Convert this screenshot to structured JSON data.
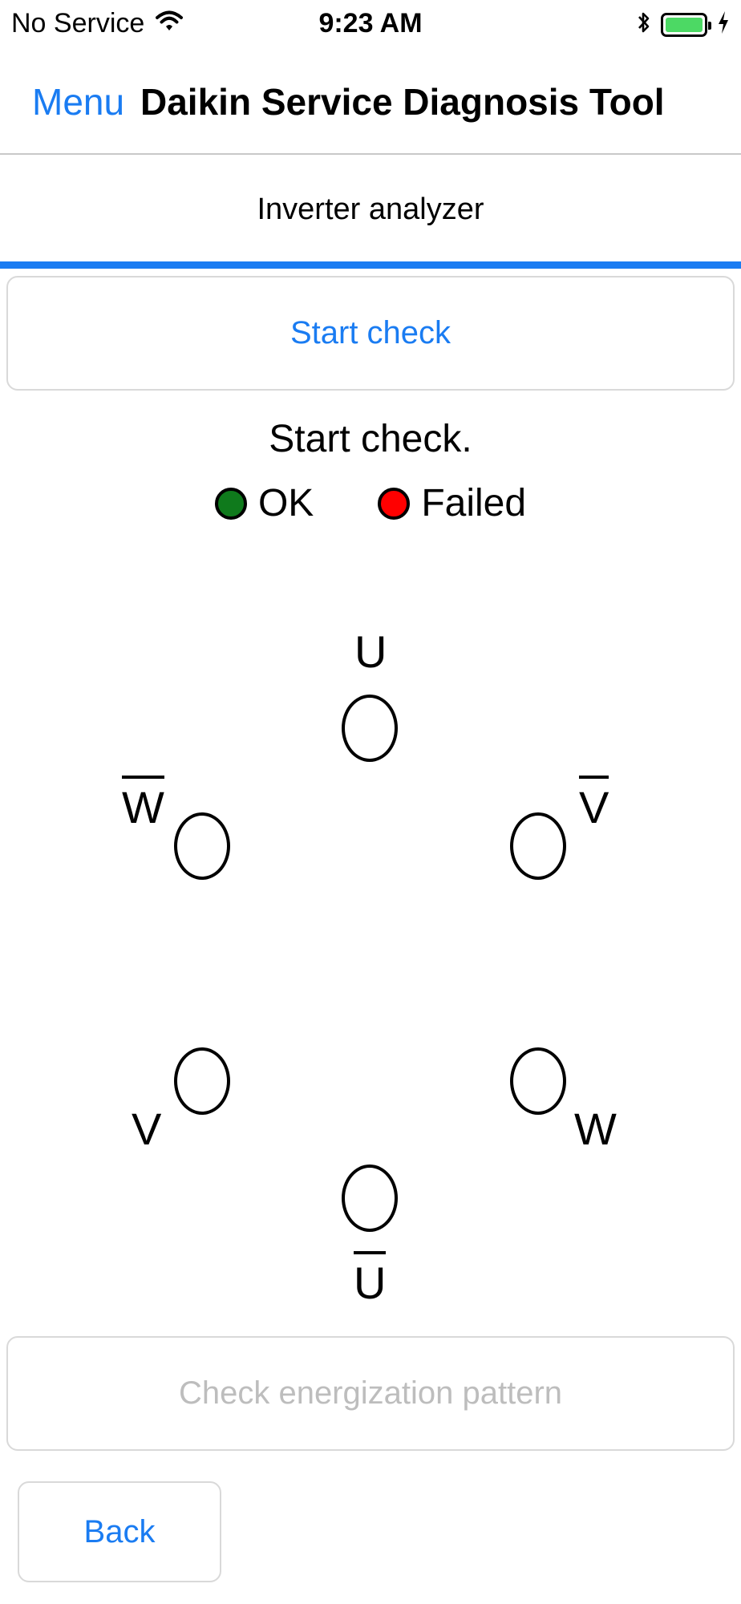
{
  "status_bar": {
    "carrier": "No Service",
    "time": "9:23 AM"
  },
  "nav": {
    "menu_label": "Menu",
    "title": "Daikin Service Diagnosis Tool"
  },
  "tab": {
    "label": "Inverter analyzer"
  },
  "start_button": {
    "label": "Start check"
  },
  "status_message": "Start check.",
  "legend": {
    "ok_label": "OK",
    "ok_color": "#0f7a1c",
    "failed_label": "Failed",
    "failed_color": "#ff0000"
  },
  "terminals": {
    "u": "U",
    "w_bar": "W",
    "v_bar": "V",
    "v": "V",
    "w": "W",
    "u_bar": "U"
  },
  "energize_button": {
    "label": "Check energization pattern"
  },
  "back_button": {
    "label": "Back"
  },
  "colors": {
    "accent": "#1a7cf2",
    "battery": "#4cd964"
  },
  "icons": {
    "wifi": "wifi-icon",
    "bluetooth": "bluetooth-icon",
    "battery": "battery-icon",
    "charging": "charging-bolt-icon"
  }
}
